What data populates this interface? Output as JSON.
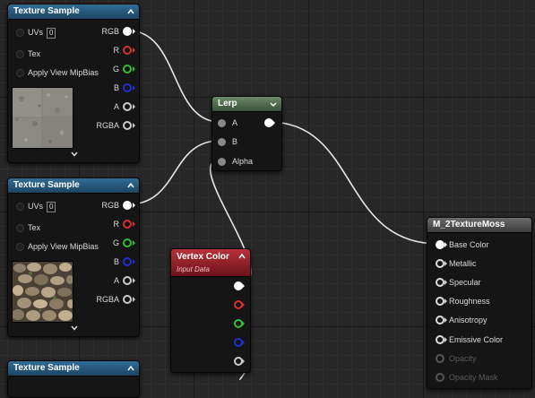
{
  "texture_nodes": [
    {
      "title": "Texture Sample",
      "inputs": {
        "uvs": "UVs",
        "uvs_value": "0",
        "tex": "Tex",
        "mip": "Apply View MipBias"
      },
      "outputs": [
        "RGB",
        "R",
        "G",
        "B",
        "A",
        "RGBA"
      ],
      "preview": "concrete-stone-texture"
    },
    {
      "title": "Texture Sample",
      "inputs": {
        "uvs": "UVs",
        "uvs_value": "0",
        "tex": "Tex",
        "mip": "Apply View MipBias"
      },
      "outputs": [
        "RGB",
        "R",
        "G",
        "B",
        "A",
        "RGBA"
      ],
      "preview": "cobblestone-moss-texture"
    },
    {
      "title": "Texture Sample"
    }
  ],
  "lerp_node": {
    "title": "Lerp",
    "inputs": [
      "A",
      "B",
      "Alpha"
    ]
  },
  "vertex_color_node": {
    "title": "Vertex Color",
    "subtitle": "Input Data"
  },
  "result_node": {
    "title": "M_2TextureMoss",
    "inputs": [
      "Base Color",
      "Metallic",
      "Specular",
      "Roughness",
      "Anisotropy",
      "Emissive Color",
      "Opacity",
      "Opacity Mask"
    ]
  },
  "colors": {
    "red_pin": "#d83030",
    "green_pin": "#30c030",
    "blue_pin": "#2030d0",
    "white_pin": "#ffffff",
    "gray_pin": "#cccccc",
    "wire": "#e8e8e8"
  }
}
